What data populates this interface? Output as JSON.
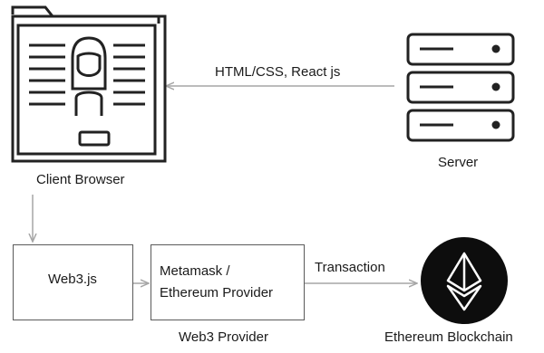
{
  "labels": {
    "client_browser": "Client Browser",
    "server": "Server",
    "html_arrow": "HTML/CSS, React js",
    "web3js": "Web3.js",
    "metamask_line1": "Metamask /",
    "metamask_line2": "Ethereum Provider",
    "transaction": "Transaction",
    "web3_provider": "Web3 Provider",
    "ethereum_blockchain": "Ethereum Blockchain"
  },
  "icons": {
    "client": "browser-window-with-user-profile-icon",
    "server": "server-rack-icon",
    "ethereum": "ethereum-logo-icon"
  },
  "colors": {
    "icon": "#222222",
    "arrow": "#a6a6a6",
    "box_border": "#5a5a5a"
  }
}
